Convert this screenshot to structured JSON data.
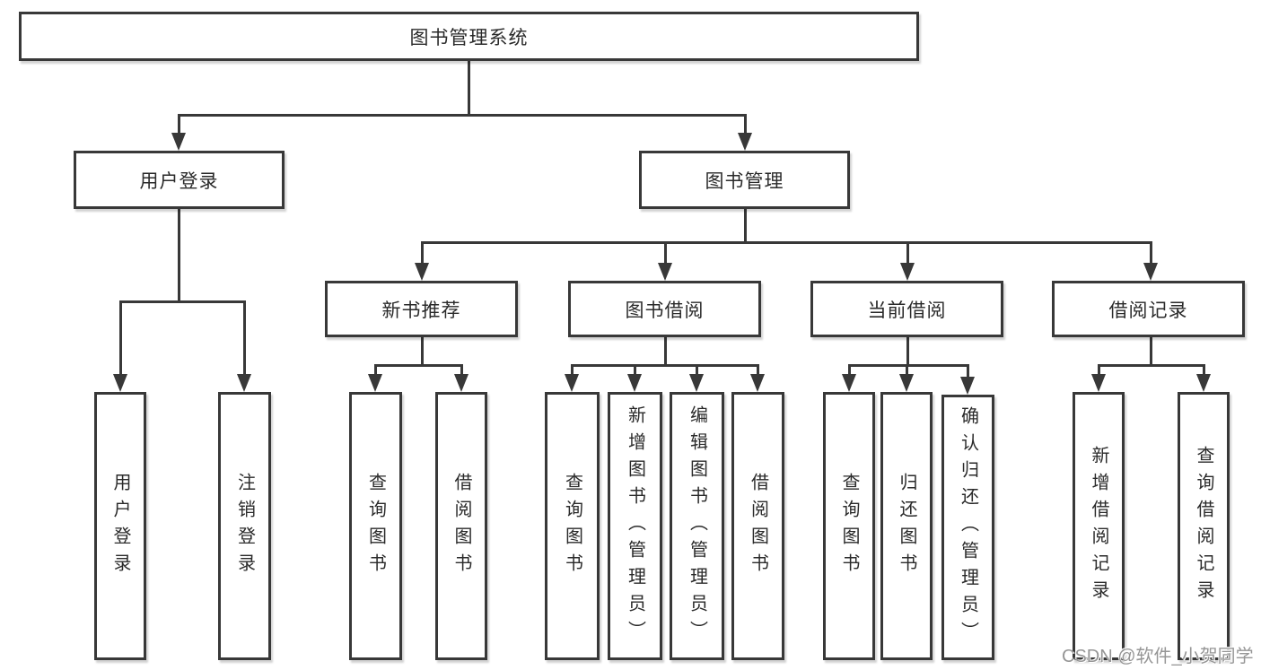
{
  "diagram": {
    "root": {
      "label": "图书管理系统"
    },
    "level2": [
      {
        "label": "用户登录"
      },
      {
        "label": "图书管理"
      }
    ],
    "level3": [
      {
        "label": "新书推荐"
      },
      {
        "label": "图书借阅"
      },
      {
        "label": "当前借阅"
      },
      {
        "label": "借阅记录"
      }
    ],
    "leaves": [
      {
        "label": "用户登录"
      },
      {
        "label": "注销登录"
      },
      {
        "label": "查询图书"
      },
      {
        "label": "借阅图书"
      },
      {
        "label": "查询图书"
      },
      {
        "label": "新增图书（管理员）"
      },
      {
        "label": "编辑图书（管理员）"
      },
      {
        "label": "借阅图书"
      },
      {
        "label": "查询图书"
      },
      {
        "label": "归还图书"
      },
      {
        "label": "确认归还（管理员）"
      },
      {
        "label": "新增借阅记录"
      },
      {
        "label": "查询借阅记录"
      }
    ]
  },
  "watermark": {
    "text": "CSDN @软件_小贺同学"
  },
  "colors": {
    "line": "#383838",
    "text": "#2a2a2a",
    "watermark": "#969696",
    "background": "#ffffff"
  }
}
